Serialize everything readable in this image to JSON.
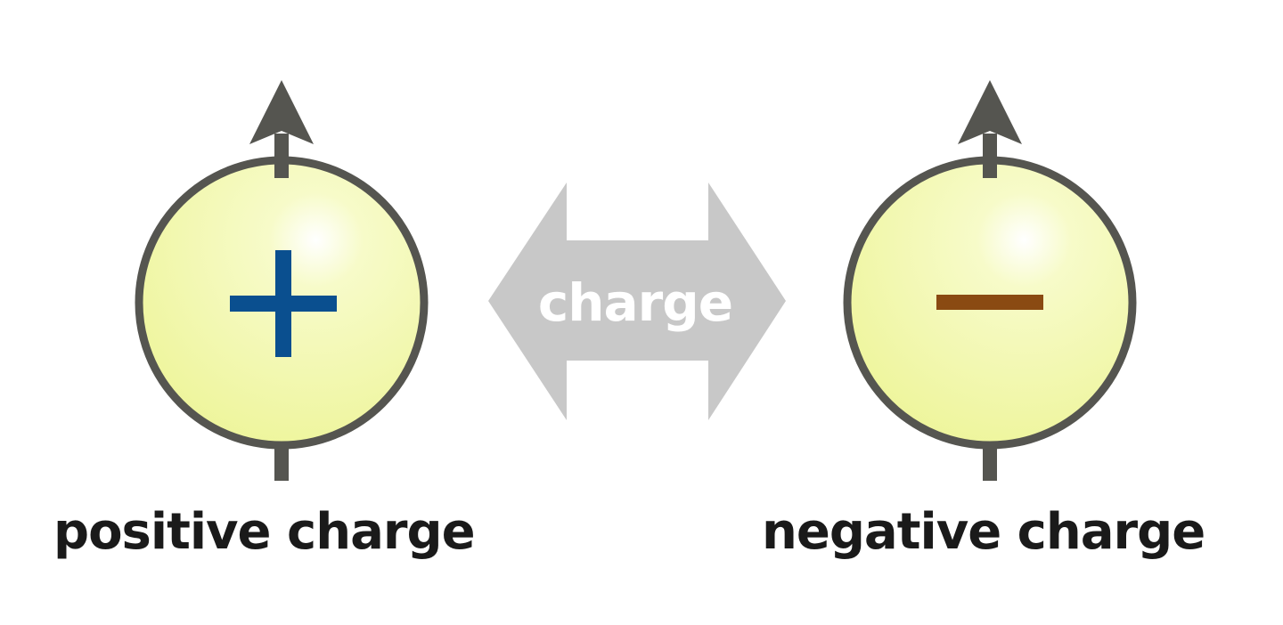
{
  "diagram": {
    "swap_arrow_label": "charge",
    "particles": [
      {
        "caption": "positive charge",
        "symbol": "plus",
        "symbol_color": "#0a4f8f",
        "spin": "up"
      },
      {
        "caption": "negative charge",
        "symbol": "minus",
        "symbol_color": "#8a4a12",
        "spin": "up"
      }
    ],
    "colors": {
      "sphere_fill": "#f2f7b8",
      "sphere_outline": "#555550",
      "spin_arrow": "#555550",
      "swap_arrow": "#c8c8c8",
      "caption_text": "#1a1a1a"
    }
  }
}
